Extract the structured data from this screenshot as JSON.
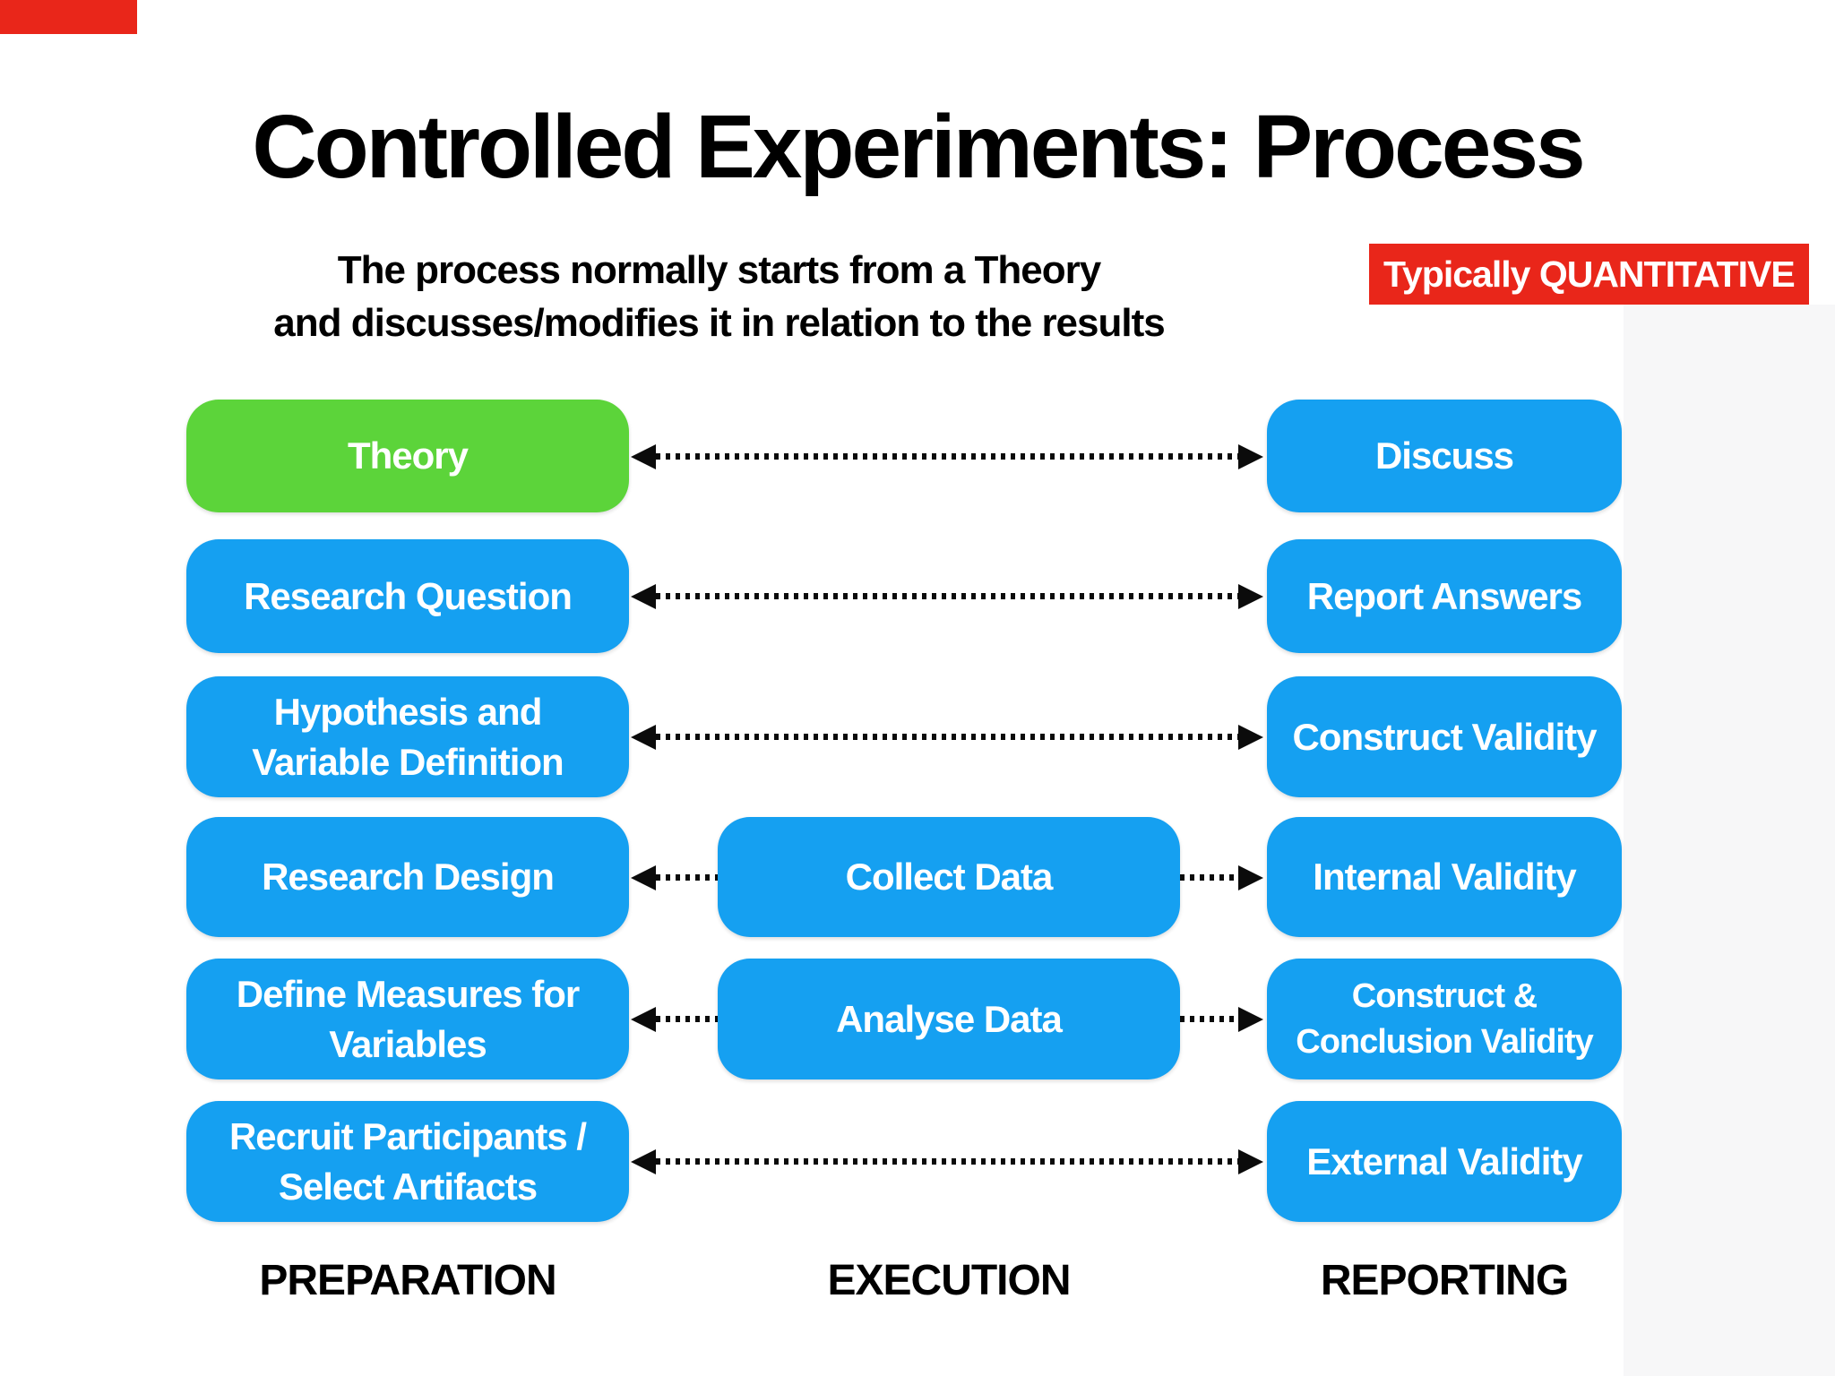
{
  "slide": {
    "title": "Controlled Experiments: Process",
    "subtitle_line1": "The process normally starts from a Theory",
    "subtitle_line2": "and discusses/modifies it in relation to the results",
    "badge": "Typically QUANTITATIVE"
  },
  "colors": {
    "box_blue": "#15a0f1",
    "box_green": "#5cd43a",
    "badge_red": "#e9261a",
    "box_text": "#ffffff",
    "arrow_black": "#0b0b0b",
    "background": "#ffffff"
  },
  "columns": {
    "preparation": {
      "label": "PREPARATION",
      "boxes": [
        {
          "label": "Theory"
        },
        {
          "label": "Research Question"
        },
        {
          "label": "Hypothesis and Variable Definition"
        },
        {
          "label": "Research Design"
        },
        {
          "label": "Define Measures for Variables"
        },
        {
          "label": "Recruit Participants / Select Artifacts"
        }
      ]
    },
    "execution": {
      "label": "EXECUTION",
      "boxes": [
        {
          "label": "Collect Data"
        },
        {
          "label": "Analyse Data"
        }
      ]
    },
    "reporting": {
      "label": "REPORTING",
      "boxes": [
        {
          "label": "Discuss"
        },
        {
          "label": "Report Answers"
        },
        {
          "label": "Construct Validity"
        },
        {
          "label": "Internal Validity"
        },
        {
          "label": "Construct & Conclusion Validity"
        },
        {
          "label": "External Validity"
        }
      ]
    }
  }
}
